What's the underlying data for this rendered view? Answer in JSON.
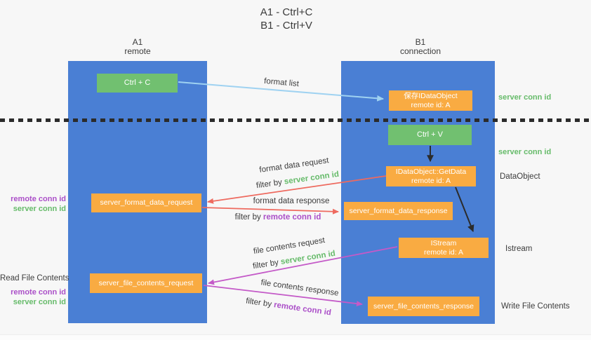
{
  "title": {
    "line1": "A1 - Ctrl+C",
    "line2": "B1 - Ctrl+V"
  },
  "columns": {
    "left": {
      "name": "A1",
      "subtitle": "remote"
    },
    "right": {
      "name": "B1",
      "subtitle": "connection"
    }
  },
  "nodes": {
    "ctrl_c": {
      "label": "Ctrl + C"
    },
    "save_idataobject": {
      "line1": "保存IDataObject",
      "line2": "remote id: A"
    },
    "ctrl_v": {
      "label": "Ctrl + V"
    },
    "getdata": {
      "line1": "IDataObject::GetData",
      "line2": "remote id: A"
    },
    "server_format_data_request": {
      "label": "server_format_data_request"
    },
    "server_format_data_response": {
      "label": "server_format_data_response"
    },
    "istream_node": {
      "line1": "IStream",
      "line2": "remote id: A"
    },
    "server_file_contents_request": {
      "label": "server_file_contents_request"
    },
    "server_file_contents_response": {
      "label": "server_file_contents_response"
    }
  },
  "labels": {
    "format_list": "format list",
    "format_data_request": "format data request",
    "format_data_response": "format data response",
    "file_contents_request": "file contents request",
    "file_contents_response": "file contents response",
    "filter_by": "filter by ",
    "server_conn_id": "server conn id",
    "remote_conn_id": "remote conn id",
    "read_file_contents": "Read File Contents",
    "write_file_contents": "Write File Contents",
    "dataobject": "DataObject",
    "istream": "Istream"
  },
  "colors": {
    "lane_blue": "#4a7fd4",
    "node_green": "#71c070",
    "node_orange": "#f9ab42",
    "text_green": "#66bb6a",
    "text_purple": "#ab4fc8",
    "arrow_light_blue": "#9fd2f1",
    "arrow_red": "#ee6a5f",
    "arrow_magenta": "#c45ac8",
    "arrow_black": "#2b2b2b",
    "background": "#f7f7f7"
  }
}
